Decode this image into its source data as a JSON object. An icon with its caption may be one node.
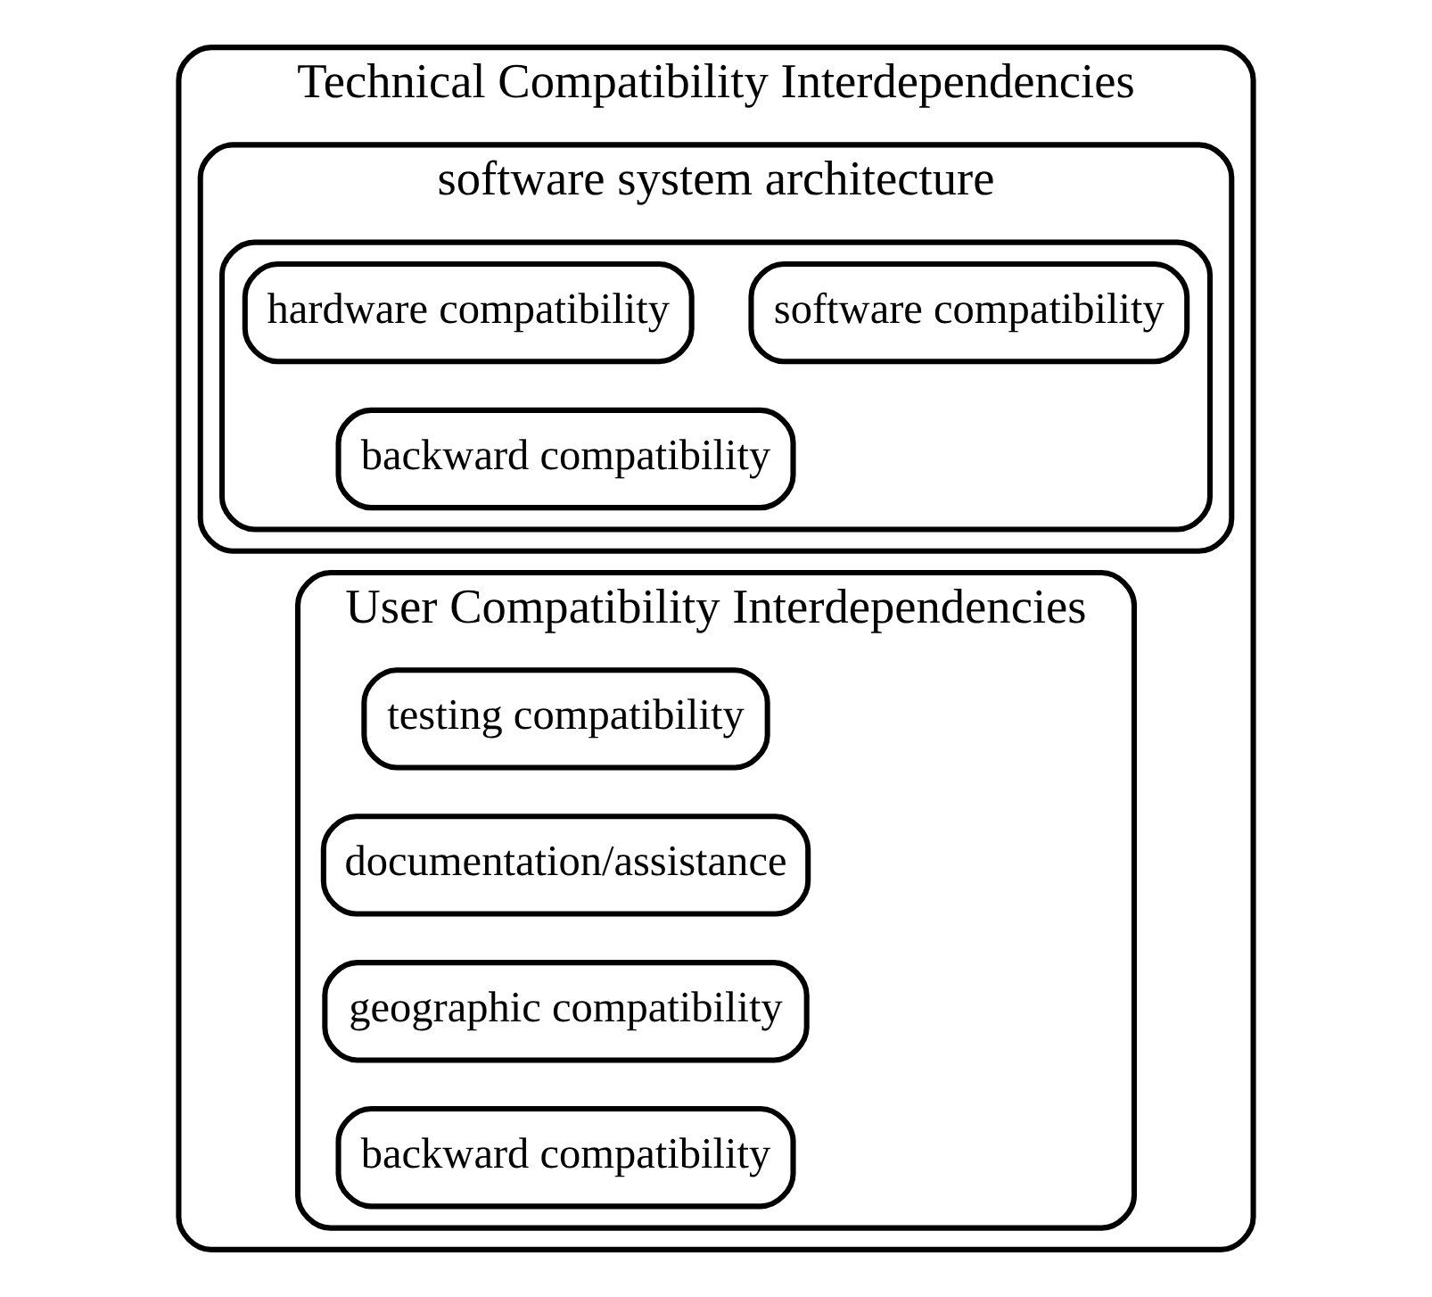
{
  "diagram": {
    "nodes": [
      {
        "text": [
          "Technical Compatibility Interdependencies"
        ]
      },
      {
        "text": [
          "software system architecture"
        ],
        "in": 0
      },
      {
        "text": [],
        "shape": "box",
        "in": 1
      },
      {
        "text": [
          "hardware compatibility"
        ],
        "in": 2
      },
      {
        "text": [
          "software compatibility"
        ],
        "in": 2
      },
      {
        "text": [
          "backward compatibility"
        ],
        "in": 2
      },
      {
        "text": [
          "User Compatibility Interdependencies"
        ],
        "in": 0
      },
      {
        "text": [
          "testing compatibility"
        ],
        "in": 6
      },
      {
        "text": [
          "documentation/assistance"
        ],
        "in": 6
      },
      {
        "text": [
          "geographic compatibility"
        ],
        "in": 6
      },
      {
        "text": [
          "backward compatibility"
        ],
        "in": 6
      }
    ],
    "edges": []
  }
}
